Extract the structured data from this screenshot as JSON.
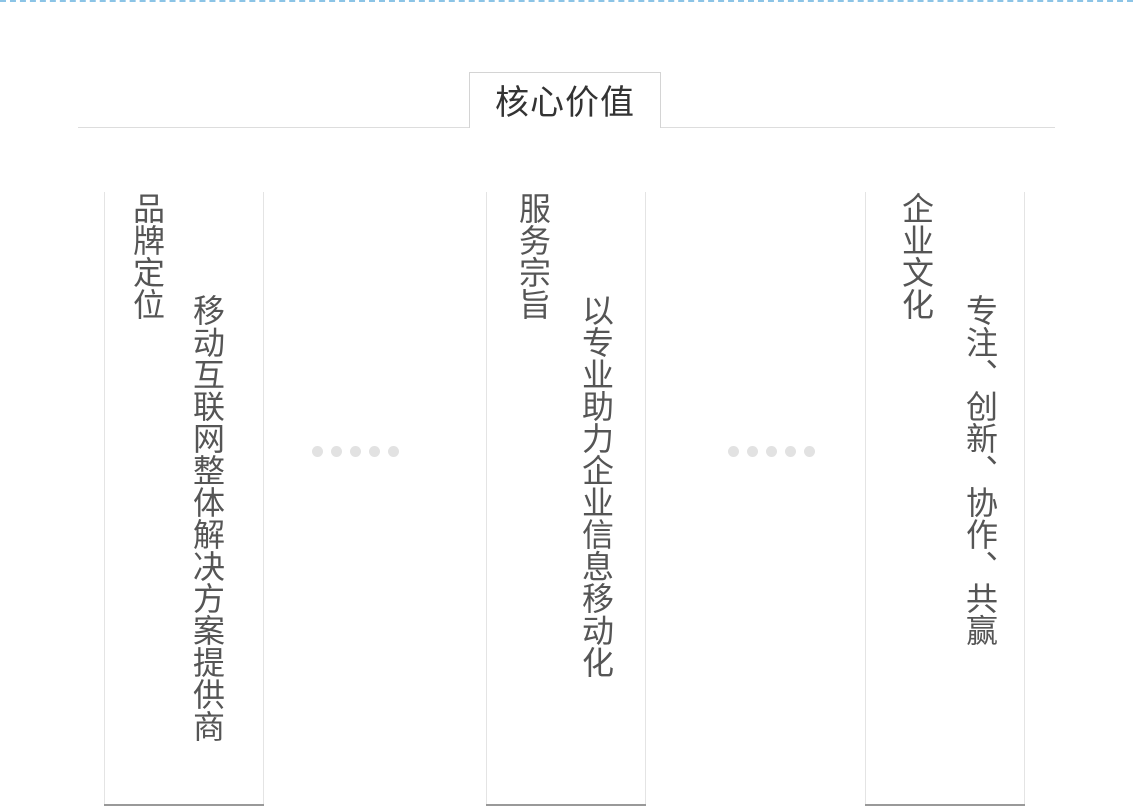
{
  "section": {
    "title": "核心价值"
  },
  "cards": [
    {
      "title": "品牌定位",
      "text": "移动互联网整体解决方案提供商"
    },
    {
      "title": "服务宗旨",
      "text": "以专业助力企业信息移动化"
    },
    {
      "title": "企业文化",
      "text": "专注、创新、协作、共赢"
    }
  ],
  "colors": {
    "accent_dashed": "#8cc4e6",
    "text": "#555555",
    "rule": "#dddddd"
  }
}
